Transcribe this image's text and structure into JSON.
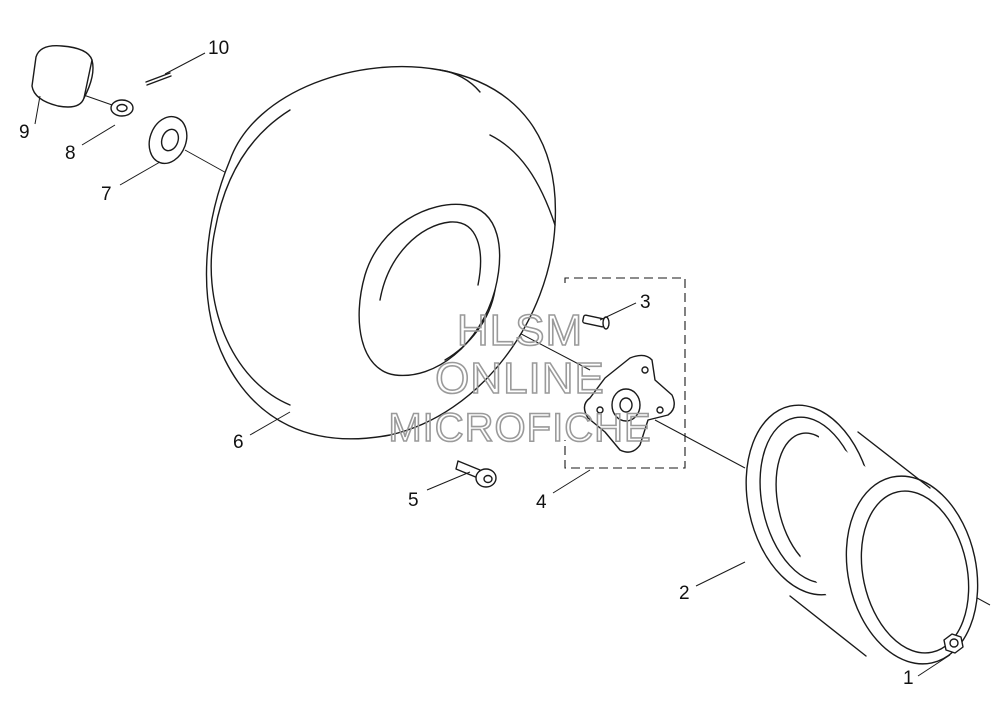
{
  "callouts": [
    "1",
    "2",
    "3",
    "4",
    "5",
    "6",
    "7",
    "8",
    "9",
    "10"
  ],
  "watermark": {
    "line1": "HLSM",
    "line2": "ONLINE",
    "line3": "MICROFICHE",
    "color": "#9a9a9a"
  },
  "colors": {
    "line": "#1a1a1a",
    "background": "#ffffff"
  }
}
